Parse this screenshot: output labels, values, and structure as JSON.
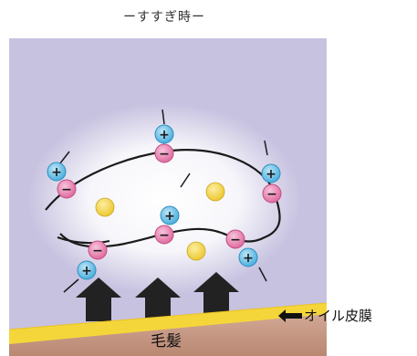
{
  "header": {
    "title": "ーすすぎ時ー"
  },
  "labels": {
    "oil_film": "オイル皮膜",
    "hair": "毛髪"
  },
  "charges": {
    "plus": "+",
    "minus": "−"
  },
  "colors": {
    "background": "#c7c2e0",
    "plus_ion": "#5ab7e3",
    "minus_ion": "#e77aac",
    "particle": "#f3d44a",
    "oil_film": "#f5d63a",
    "hair": "#c79a86",
    "arrow": "#222222"
  },
  "icons": {
    "plus_ion": "plus-ion-icon",
    "minus_ion": "minus-ion-icon",
    "particle": "particle-icon",
    "arrow": "up-arrow-icon",
    "oil_pointer": "left-arrow-icon"
  }
}
